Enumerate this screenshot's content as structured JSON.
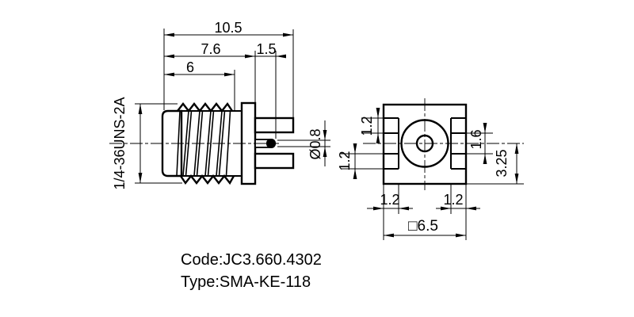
{
  "drawing": {
    "side": {
      "total": "10.5",
      "body": "7.6",
      "thread_len": "6",
      "pin_ext": "1.5",
      "thread_spec": "1/4-36UNS-2A",
      "pin_dia": "Ø0.8"
    },
    "front": {
      "notch_h_top": "1.2",
      "notch_h_bottom": "1.2",
      "tab_h": "1.6",
      "half_h": "3.25",
      "notch_w_left": "1.2",
      "notch_w_right": "1.2",
      "square": "□6.5"
    },
    "footer": {
      "code": "Code:JC3.660.4302",
      "type": "Type:SMA-KE-118"
    },
    "colors": {
      "line": "#000000",
      "background": "#ffffff"
    }
  }
}
